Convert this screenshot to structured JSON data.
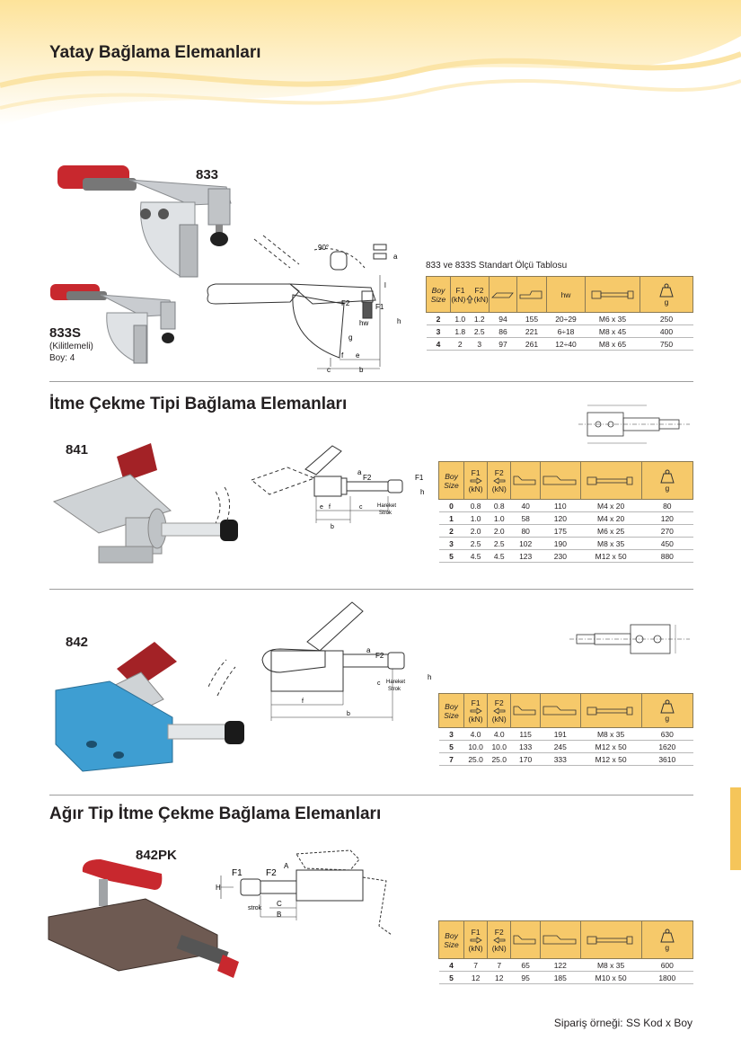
{
  "colors": {
    "accent": "#f6c96a",
    "wave": "#fde8a4",
    "handle_red": "#c8282e",
    "blue_body": "#3e9ed2"
  },
  "icons": [
    "arrow-right-icon",
    "arrow-left-icon",
    "arrow-up-icon",
    "clamp-profile-icon",
    "bolt-icon",
    "weight-icon"
  ],
  "sections": {
    "s1": {
      "title": "Yatay Bağlama Elemanları"
    },
    "s2": {
      "title": "İtme Çekme Tipi Bağlama Elemanları"
    },
    "s3": {
      "title": "Ağır Tip İtme Çekme Bağlama Elemanları"
    }
  },
  "products": {
    "p833": {
      "code": "833"
    },
    "p833s": {
      "code": "833S",
      "note1": "(Kilitlemeli)",
      "note2": "Boy: 4"
    },
    "p841": {
      "code": "841"
    },
    "p842": {
      "code": "842"
    },
    "p842pk": {
      "code": "842PK"
    }
  },
  "drawing_labels": {
    "d833": {
      "angle": "90°",
      "f1": "F1",
      "f2": "F2",
      "hw": "hw",
      "h": "h",
      "a": "a",
      "b": "b",
      "c": "c",
      "f": "f",
      "g": "g",
      "l": "l",
      "e": "e"
    },
    "d841": {
      "f1": "F1",
      "f2": "F2",
      "h": "h",
      "a": "a",
      "b": "b",
      "c": "c",
      "e": "e",
      "f": "f",
      "hareket": "Hareket",
      "strok": "Strok"
    },
    "d842": {
      "f2": "F2",
      "a": "a",
      "h": "h",
      "c": "c",
      "f": "f",
      "b": "b",
      "hareket": "Hareket",
      "strok": "Strok"
    },
    "d842pk": {
      "f1": "F1",
      "f2": "F2",
      "A": "A",
      "H": "H",
      "strok": "strok",
      "C": "C",
      "B": "B"
    }
  },
  "tables": {
    "t833": {
      "caption": "833 ve 833S Standart Ölçü Tablosu",
      "h_boy": "Boy",
      "h_size": "Size",
      "h_f1": "F1",
      "h_f2": "F2",
      "h_kn1": "(kN)",
      "h_kn2": "(kN)",
      "h_hw": "hw",
      "h_g": "g",
      "rows": [
        [
          "2",
          "1.0",
          "1.2",
          "94",
          "155",
          "20÷29",
          "M6 x 35",
          "250"
        ],
        [
          "3",
          "1.8",
          "2.5",
          "86",
          "221",
          "6÷18",
          "M8 x 45",
          "400"
        ],
        [
          "4",
          "2",
          "3",
          "97",
          "261",
          "12÷40",
          "M8 x 65",
          "750"
        ]
      ]
    },
    "t841": {
      "h_boy": "Boy",
      "h_size": "Size",
      "h_f1": "F1",
      "h_f2": "F2",
      "h_kn1": "(kN)",
      "h_kn2": "(kN)",
      "h_g": "g",
      "rows": [
        [
          "0",
          "0.8",
          "0.8",
          "40",
          "110",
          "M4 x 20",
          "80"
        ],
        [
          "1",
          "1.0",
          "1.0",
          "58",
          "120",
          "M4 x 20",
          "120"
        ],
        [
          "2",
          "2.0",
          "2.0",
          "80",
          "175",
          "M6 x 25",
          "270"
        ],
        [
          "3",
          "2.5",
          "2.5",
          "102",
          "190",
          "M8 x 35",
          "450"
        ],
        [
          "5",
          "4.5",
          "4.5",
          "123",
          "230",
          "M12 x 50",
          "880"
        ]
      ]
    },
    "t842": {
      "h_boy": "Boy",
      "h_size": "Size",
      "h_f1": "F1",
      "h_f2": "F2",
      "h_kn1": "(kN)",
      "h_kn2": "(kN)",
      "h_g": "g",
      "rows": [
        [
          "3",
          "4.0",
          "4.0",
          "115",
          "191",
          "M8 x 35",
          "630"
        ],
        [
          "5",
          "10.0",
          "10.0",
          "133",
          "245",
          "M12 x 50",
          "1620"
        ],
        [
          "7",
          "25.0",
          "25.0",
          "170",
          "333",
          "M12 x 50",
          "3610"
        ]
      ]
    },
    "t842pk": {
      "h_boy": "Boy",
      "h_size": "Size",
      "h_f1": "F1",
      "h_f2": "F2",
      "h_kn1": "(kN)",
      "h_kn2": "(kN)",
      "h_g": "g",
      "rows": [
        [
          "4",
          "7",
          "7",
          "65",
          "122",
          "M8 x 35",
          "600"
        ],
        [
          "5",
          "12",
          "12",
          "95",
          "185",
          "M10 x 50",
          "1800"
        ]
      ]
    }
  },
  "footer": {
    "order_example": "Sipariş örneği: SS Kod x Boy"
  }
}
